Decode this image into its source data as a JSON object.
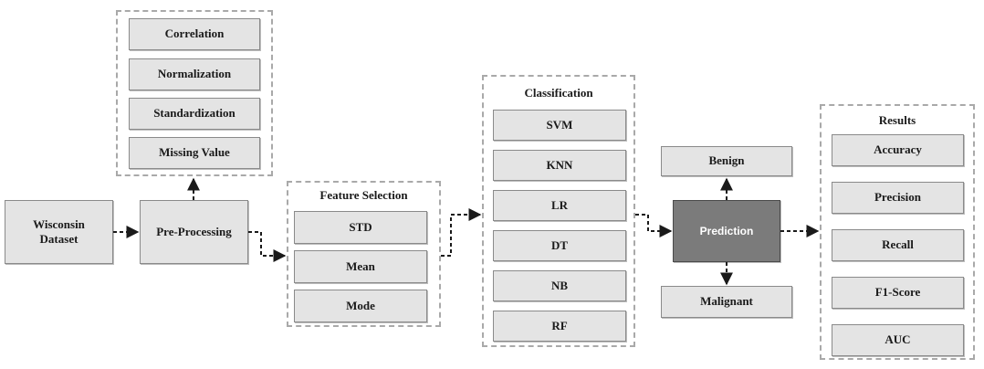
{
  "diagram": {
    "dataset": "Wisconsin Dataset",
    "preprocessing": {
      "label": "Pre-Processing",
      "steps": [
        "Correlation",
        "Normalization",
        "Standardization",
        "Missing Value"
      ]
    },
    "feature_selection": {
      "title": "Feature Selection",
      "items": [
        "STD",
        "Mean",
        "Mode"
      ]
    },
    "classification": {
      "title": "Classification",
      "items": [
        "SVM",
        "KNN",
        "LR",
        "DT",
        "NB",
        "RF"
      ]
    },
    "prediction": {
      "label": "Prediction",
      "benign": "Benign",
      "malignant": "Malignant"
    },
    "results": {
      "title": "Results",
      "items": [
        "Accuracy",
        "Precision",
        "Recall",
        "F1-Score",
        "AUC"
      ]
    }
  },
  "colors": {
    "box_fill": "#e4e4e4",
    "box_border": "#8a8a8a",
    "prediction_fill": "#7b7b7b",
    "group_border": "#a9a9a9",
    "arrow": "#1a1a1a"
  }
}
